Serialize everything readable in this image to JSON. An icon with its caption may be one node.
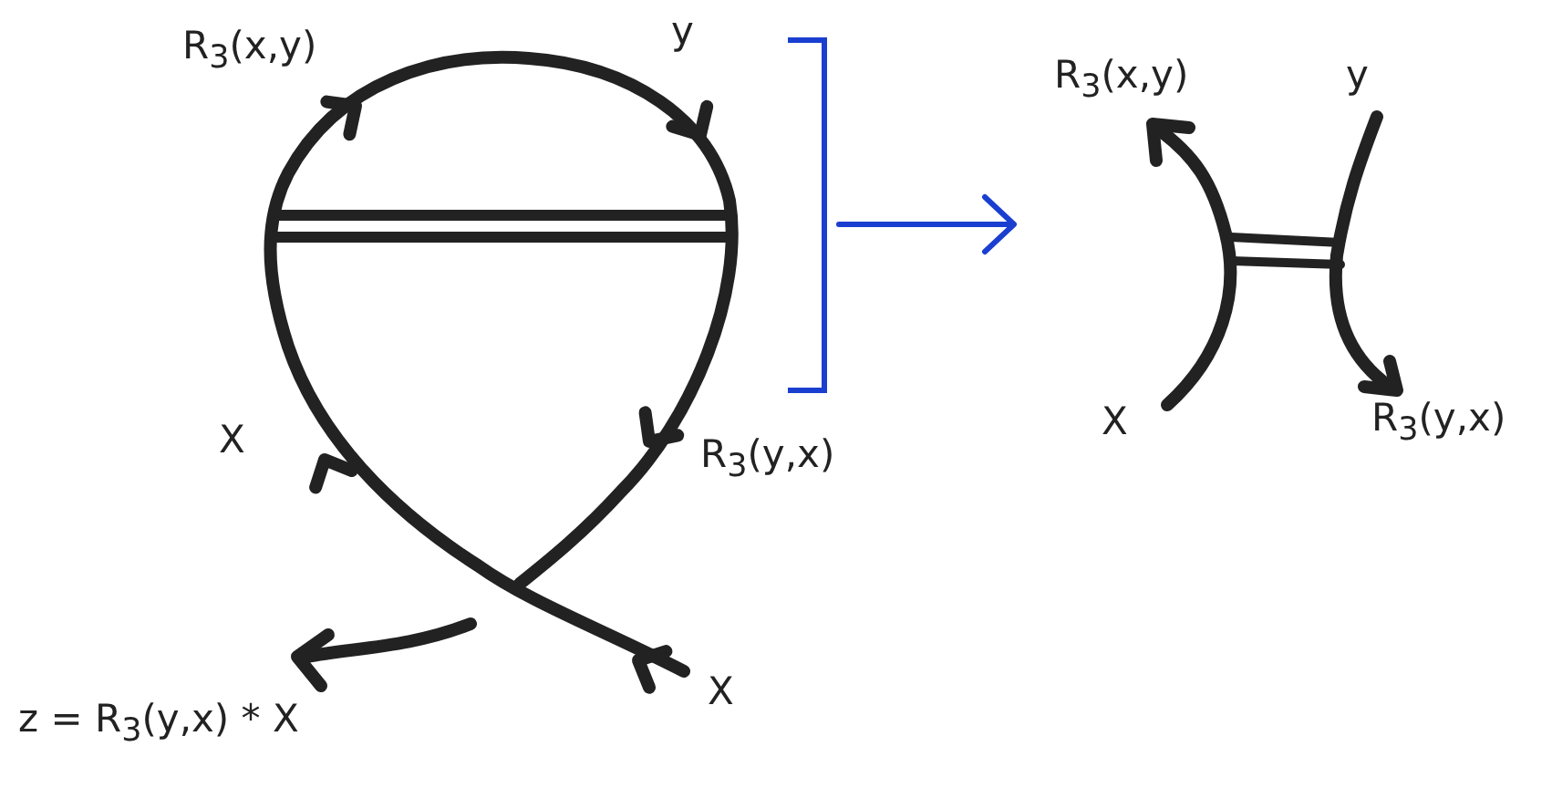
{
  "diagram": {
    "labels": [
      "R$_{3}$(x,y)",
      "y",
      "X",
      "R$_{3}$(y,x)",
      "X",
      "z = R$_{3}$(y,x) * X",
      "R$_{3}$(x,y)",
      "y",
      "X",
      "R$_{3}$(y,x)"
    ]
  }
}
